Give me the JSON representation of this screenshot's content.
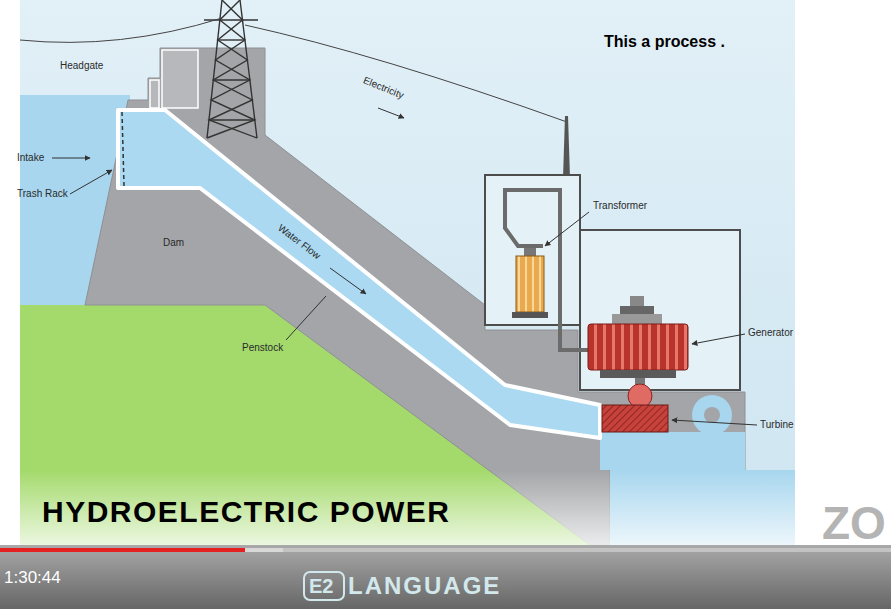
{
  "diagram": {
    "title": "HYDROELECTRIC POWER",
    "labels": [
      "Headgate",
      "Electricity",
      "This a process .",
      "Intake",
      "Trash Rack",
      "Transformer",
      "Dam",
      "Water Flow",
      "Generator",
      "Penstock",
      "Turbine",
      "1:30:44",
      "E2",
      "LANGUAGE",
      "ZO"
    ]
  }
}
